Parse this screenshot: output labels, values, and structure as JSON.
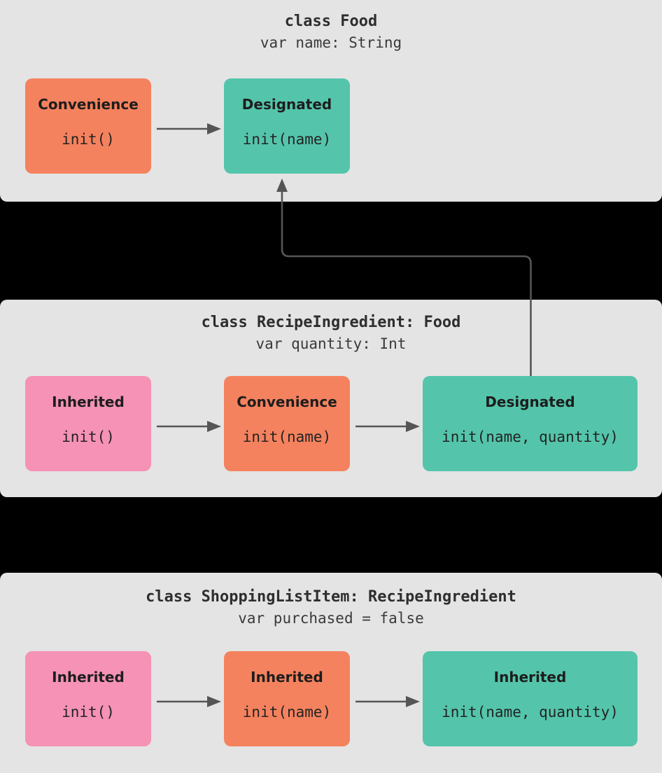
{
  "diagram": {
    "title": "Swift class initializer delegation (Food / RecipeIngredient / ShoppingListItem)",
    "colors": {
      "background": "#000000",
      "panel": "#e4e4e4",
      "convenience": "#f5825e",
      "designated": "#54c5ab",
      "inherited": "#f592b5",
      "arrow": "#555555",
      "text": "#2e2e2e"
    }
  },
  "sections": [
    {
      "id": "food",
      "class_line": "class Food",
      "var_line": "var name: String",
      "nodes": [
        {
          "kind": "Convenience",
          "signature": "init()",
          "color": "convenience"
        },
        {
          "kind": "Designated",
          "signature": "init(name)",
          "color": "designated"
        }
      ]
    },
    {
      "id": "recipe-ingredient",
      "class_line": "class RecipeIngredient: Food",
      "var_line": "var quantity: Int",
      "nodes": [
        {
          "kind": "Inherited",
          "signature": "init()",
          "color": "inherited"
        },
        {
          "kind": "Convenience",
          "signature": "init(name)",
          "color": "convenience"
        },
        {
          "kind": "Designated",
          "signature": "init(name, quantity)",
          "color": "designated"
        }
      ]
    },
    {
      "id": "shopping-list-item",
      "class_line": "class ShoppingListItem: RecipeIngredient",
      "var_line": "var purchased = false",
      "nodes": [
        {
          "kind": "Inherited",
          "signature": "init()",
          "color": "inherited"
        },
        {
          "kind": "Inherited",
          "signature": "init(name)",
          "color": "convenience"
        },
        {
          "kind": "Inherited",
          "signature": "init(name, quantity)",
          "color": "designated"
        }
      ]
    }
  ],
  "arrows": [
    {
      "name": "food-convenience-to-designated",
      "type": "straight"
    },
    {
      "name": "recipe-inherited-to-convenience",
      "type": "straight"
    },
    {
      "name": "recipe-convenience-to-designated",
      "type": "straight"
    },
    {
      "name": "shopping-inherited-to-inherited",
      "type": "straight"
    },
    {
      "name": "shopping-inherited2-to-inherited3",
      "type": "straight"
    },
    {
      "name": "recipe-designated-to-food-designated",
      "type": "elbow"
    }
  ]
}
